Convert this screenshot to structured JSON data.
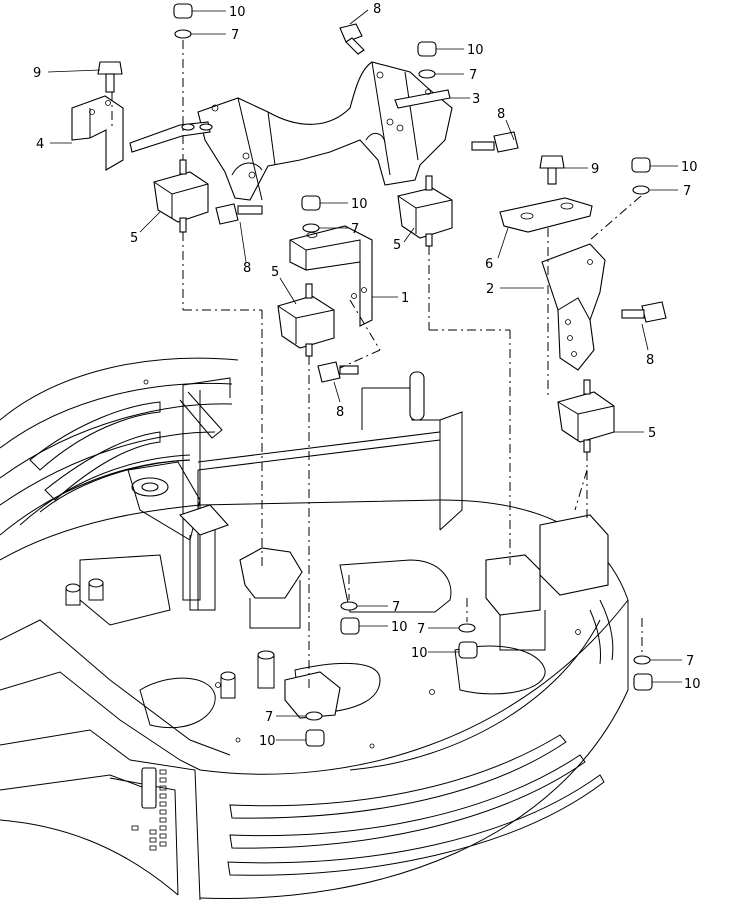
{
  "callouts": [
    {
      "id": "c10a",
      "text": "10"
    },
    {
      "id": "c7a",
      "text": "7"
    },
    {
      "id": "c8a",
      "text": "8"
    },
    {
      "id": "c9a",
      "text": "9"
    },
    {
      "id": "c4",
      "text": "4"
    },
    {
      "id": "c10b",
      "text": "10"
    },
    {
      "id": "c7b",
      "text": "7"
    },
    {
      "id": "c3",
      "text": "3"
    },
    {
      "id": "c8b",
      "text": "8"
    },
    {
      "id": "c9b",
      "text": "9"
    },
    {
      "id": "c10c",
      "text": "10"
    },
    {
      "id": "c7c",
      "text": "7"
    },
    {
      "id": "c5a",
      "text": "5"
    },
    {
      "id": "c10d",
      "text": "10"
    },
    {
      "id": "c7d",
      "text": "7"
    },
    {
      "id": "c5b",
      "text": "5"
    },
    {
      "id": "c6",
      "text": "6"
    },
    {
      "id": "c8c",
      "text": "8"
    },
    {
      "id": "c5c",
      "text": "5"
    },
    {
      "id": "c1",
      "text": "1"
    },
    {
      "id": "c2",
      "text": "2"
    },
    {
      "id": "c8d",
      "text": "8"
    },
    {
      "id": "c8e",
      "text": "8"
    },
    {
      "id": "c5d",
      "text": "5"
    },
    {
      "id": "c7e",
      "text": "7"
    },
    {
      "id": "c10e",
      "text": "10"
    },
    {
      "id": "c7f",
      "text": "7"
    },
    {
      "id": "c10f",
      "text": "10"
    },
    {
      "id": "c7g",
      "text": "7"
    },
    {
      "id": "c10g",
      "text": "10"
    },
    {
      "id": "c7h",
      "text": "7"
    },
    {
      "id": "c10h",
      "text": "10"
    }
  ]
}
